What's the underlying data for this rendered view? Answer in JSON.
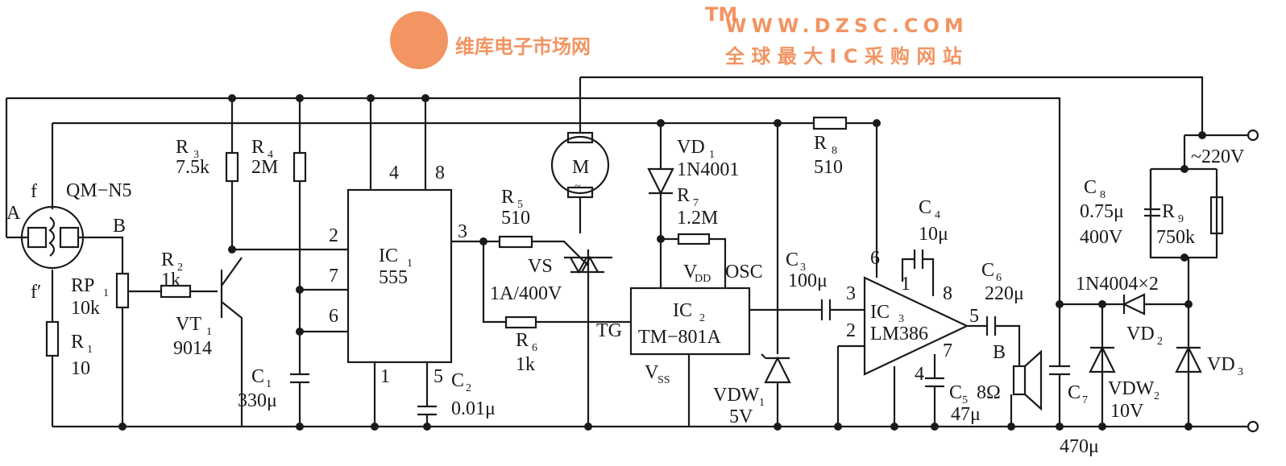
{
  "labels": {
    "A": "A",
    "B": "B",
    "f": "f",
    "f_prime": "f′",
    "sensor": "QM−N5",
    "RP1": "RP",
    "RP1_sub": "1",
    "RP1_val": "10k",
    "R1": "R",
    "R1_sub": "1",
    "R1_val": "10",
    "R2": "R",
    "R2_sub": "2",
    "R2_val": "1k",
    "R3": "R",
    "R3_sub": "3",
    "R3_val": "7.5k",
    "R4": "R",
    "R4_sub": "4",
    "R4_val": "2M",
    "VT1": "VT",
    "VT1_sub": "1",
    "VT1_val": "9014",
    "C1": "C",
    "C1_sub": "1",
    "C1_val": "330μ",
    "IC1": "IC",
    "IC1_sub": "1",
    "IC1_val": "555",
    "pin4": "4",
    "pin8": "8",
    "pin2": "2",
    "pin7": "7",
    "pin6": "6",
    "pin1": "1",
    "pin5": "5",
    "C2": "C",
    "C2_sub": "2",
    "C2_val": "0.01μ",
    "R5": "R",
    "R5_sub": "5",
    "R5_val": "510",
    "pin3": "3",
    "VS": "VS",
    "VS_val": "1A/400V",
    "R6": "R",
    "R6_sub": "6",
    "R6_val": "1k",
    "motor": "M",
    "motor_ac": "~",
    "VD1": "VD",
    "VD1_sub": "1",
    "VD1_val": "1N4001",
    "R7": "R",
    "R7_sub": "7",
    "R7_val": "1.2M",
    "VDD": "V",
    "VDD_sub": "DD",
    "OSC": "OSC",
    "TG": "TG",
    "IC2": "IC",
    "IC2_sub": "2",
    "IC2_val": "TM−801A",
    "VSS": "V",
    "VSS_sub": "SS",
    "VDW1": "VDW",
    "VDW1_sub": "1",
    "VDW1_val": "5V",
    "R8": "R",
    "R8_sub": "8",
    "R8_val": "510",
    "C3": "C",
    "C3_sub": "3",
    "C3_val": "100μ",
    "C4": "C",
    "C4_sub": "4",
    "C4_val": "10μ",
    "IC3": "IC",
    "IC3_sub": "3",
    "IC3_val": "LM386",
    "p6": "6",
    "p3": "3",
    "p2": "2",
    "p1": "1",
    "p8": "8",
    "p5": "5",
    "p7": "7",
    "p4": "4",
    "C5": "C",
    "C5_sub": "5",
    "C5_val": "47μ",
    "C6": "C",
    "C6_sub": "6",
    "C6_val": "220μ",
    "speaker": "B",
    "speaker_val": "8Ω",
    "C7": "C",
    "C7_sub": "7",
    "C7_val": "470μ",
    "VDW2": "VDW",
    "VDW2_sub": "2",
    "VDW2_val": "10V",
    "diodes": "1N4004×2",
    "VD2": "VD",
    "VD2_sub": "2",
    "VD3": "VD",
    "VD3_sub": "3",
    "C8": "C",
    "C8_sub": "8",
    "C8_val": "0.75μ",
    "C8_volt": "400V",
    "R9": "R",
    "R9_sub": "9",
    "R9_val": "750k",
    "mains": "~220V"
  },
  "watermark": {
    "brand": "维库电子市场网",
    "url": "WWW.DZSC.COM",
    "slogan": "全 球 最 大 I C 采 购 网 站",
    "tm": "TM"
  }
}
